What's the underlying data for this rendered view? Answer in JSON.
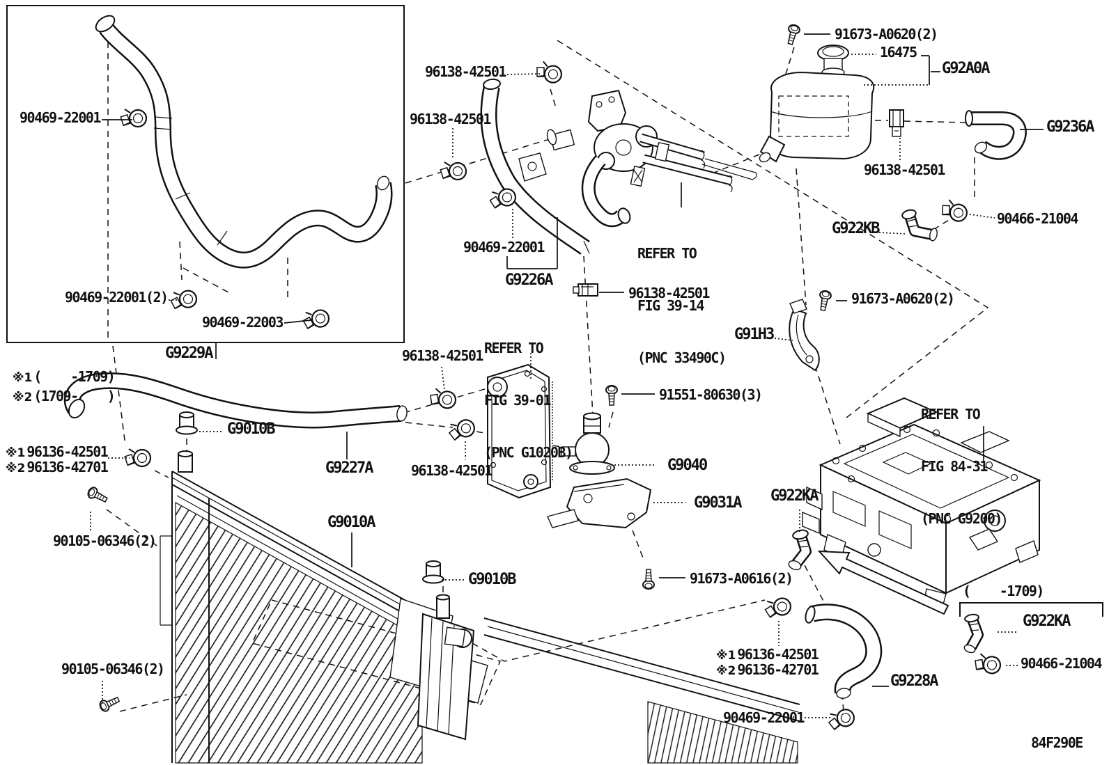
{
  "diagram": {
    "code": "84F290E",
    "notes": {
      "n1_mark": "※1",
      "n1_text": "(    -1709)",
      "n2_mark": "※2",
      "n2_text": "(1709-    )",
      "variant_bottom": "(    -1709)"
    },
    "labels": {
      "box_clamp_top": "90469-22001",
      "box_clamp_mid": "90469-22001(2)",
      "box_clamp_right": "90469-22003",
      "box_hose": "G9229A",
      "clamp_96138_top": "96138-42501",
      "clamp_96138_left": "96138-42501",
      "clamp_90469_g9226a": "90469-22001",
      "hose_g9226a": "G9226A",
      "clamp_96138_valve": "96138-42501",
      "clamp_96138_plate_upper": "96138-42501",
      "hose_g9227a": "G9227A",
      "clamp_96138_plate_lower": "96138-42501",
      "bolt_91551": "91551-80630(3)",
      "pump_g9040": "G9040",
      "bracket_g9031a": "G9031A",
      "bolt_91673_a0616": "91673-A0616(2)",
      "bolt_91673_a0620_top": "91673-A0620(2)",
      "cap_16475": "16475",
      "tank_g92a0a": "G92A0A",
      "hose_g9236a": "G9236A",
      "clamp_96138_tank": "96138-42501",
      "joint_g922kb": "G922KB",
      "clamp_90466_top": "90466-21004",
      "bolt_91673_a0620_mid": "91673-A0620(2)",
      "bracket_g91h3": "G91H3",
      "joint_g922ka_mid": "G922KA",
      "clamp_96136_left_1_mark": "※1",
      "clamp_96136_left_1": "96136-42501",
      "clamp_96136_left_2_mark": "※2",
      "clamp_96136_left_2": "96136-42701",
      "cap_g9010b_left": "G9010B",
      "bolt_90105_top": "90105-06346(2)",
      "radiator_g9010a": "G9010A",
      "cap_g9010b_right": "G9010B",
      "bolt_90105_bottom": "90105-06346(2)",
      "clamp_96136_bot_1_mark": "※1",
      "clamp_96136_bot_1": "96136-42501",
      "clamp_96136_bot_2_mark": "※2",
      "clamp_96136_bot_2": "96136-42701",
      "hose_g9228a": "G9228A",
      "clamp_90469_bottom": "90469-22001",
      "joint_g922ka_br": "G922KA",
      "clamp_90466_br": "90466-21004"
    },
    "refs": {
      "fig3914": {
        "line1": "REFER TO",
        "line2": "FIG 39-14",
        "line3": "(PNC 33490C)"
      },
      "fig3901": {
        "line1": "REFER TO",
        "line2": "FIG 39-01",
        "line3": "(PNC G1020B)"
      },
      "fig8431": {
        "line1": "REFER TO",
        "line2": "FIG 84-31",
        "line3": "(PNC G9200)"
      }
    },
    "colors": {
      "ink": "#111111",
      "background": "#ffffff"
    }
  }
}
